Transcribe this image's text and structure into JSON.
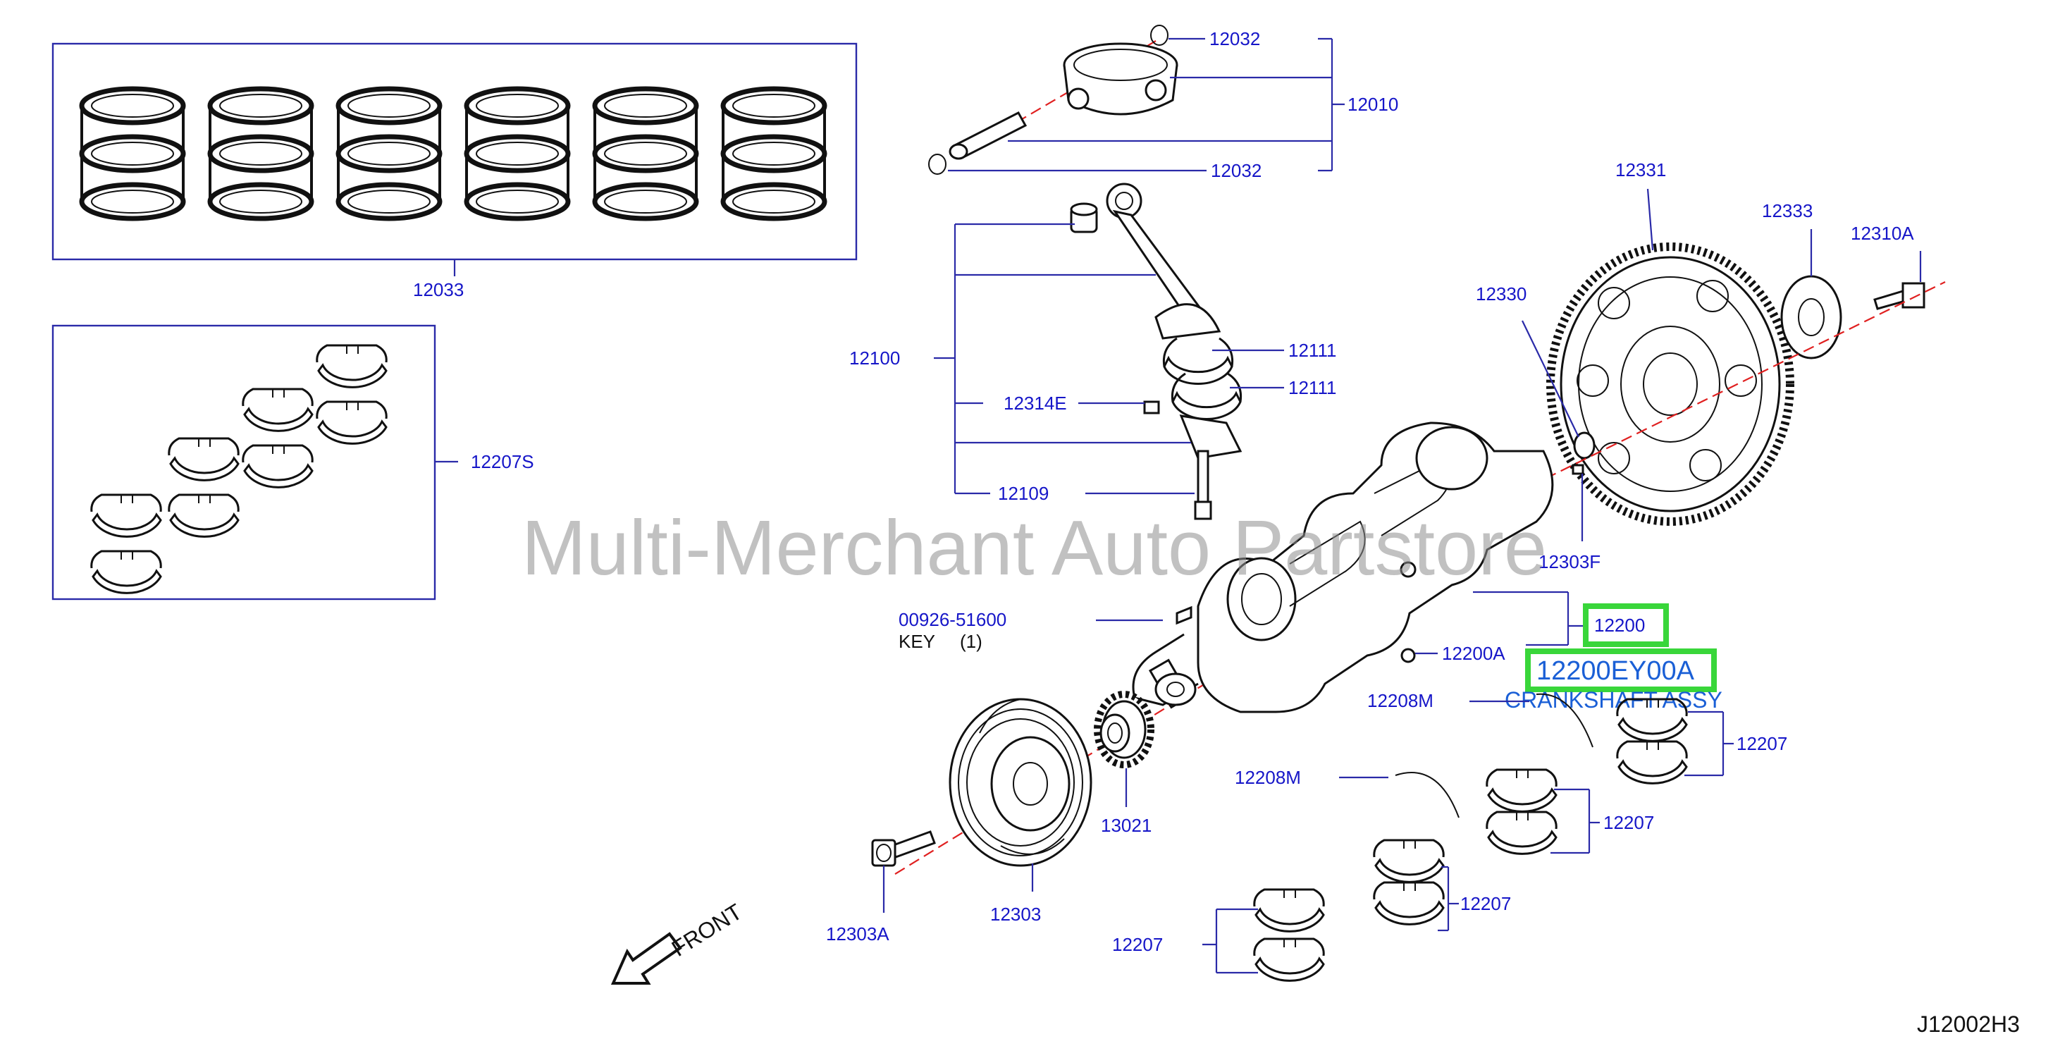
{
  "diagram_code": "J12002H3",
  "watermark": "Multi-Merchant Auto Partstore",
  "front_label": "FRONT",
  "selected_part": {
    "reference": "12200",
    "part_number": "12200EY00A",
    "description": "CRANKSHAFT ASSY",
    "highlight_color": "#39d63a"
  },
  "callouts": {
    "c12032_top": "12032",
    "c12010": "12010",
    "c12032_bot": "12032",
    "c12033": "12033",
    "c12100": "12100",
    "c12111_a": "12111",
    "c12111_b": "12111",
    "c12314E": "12314E",
    "c12109": "12109",
    "c12207S": "12207S",
    "c12331": "12331",
    "c12333": "12333",
    "c12310A": "12310A",
    "c12330": "12330",
    "c12303F": "12303F",
    "c00926": "00926-51600",
    "key_label": "KEY",
    "key_qty": "(1)",
    "c12200A": "12200A",
    "c12208M_a": "12208M",
    "c12208M_b": "12208M",
    "c12207_a": "12207",
    "c12207_b": "12207",
    "c12207_c": "12207",
    "c12207_d": "12207",
    "c13021": "13021",
    "c12303": "12303",
    "c12303A": "12303A"
  },
  "colors": {
    "label_blue": "#1616c8",
    "part_number_blue": "#1a5fd6",
    "center_line_red": "#e02020"
  }
}
